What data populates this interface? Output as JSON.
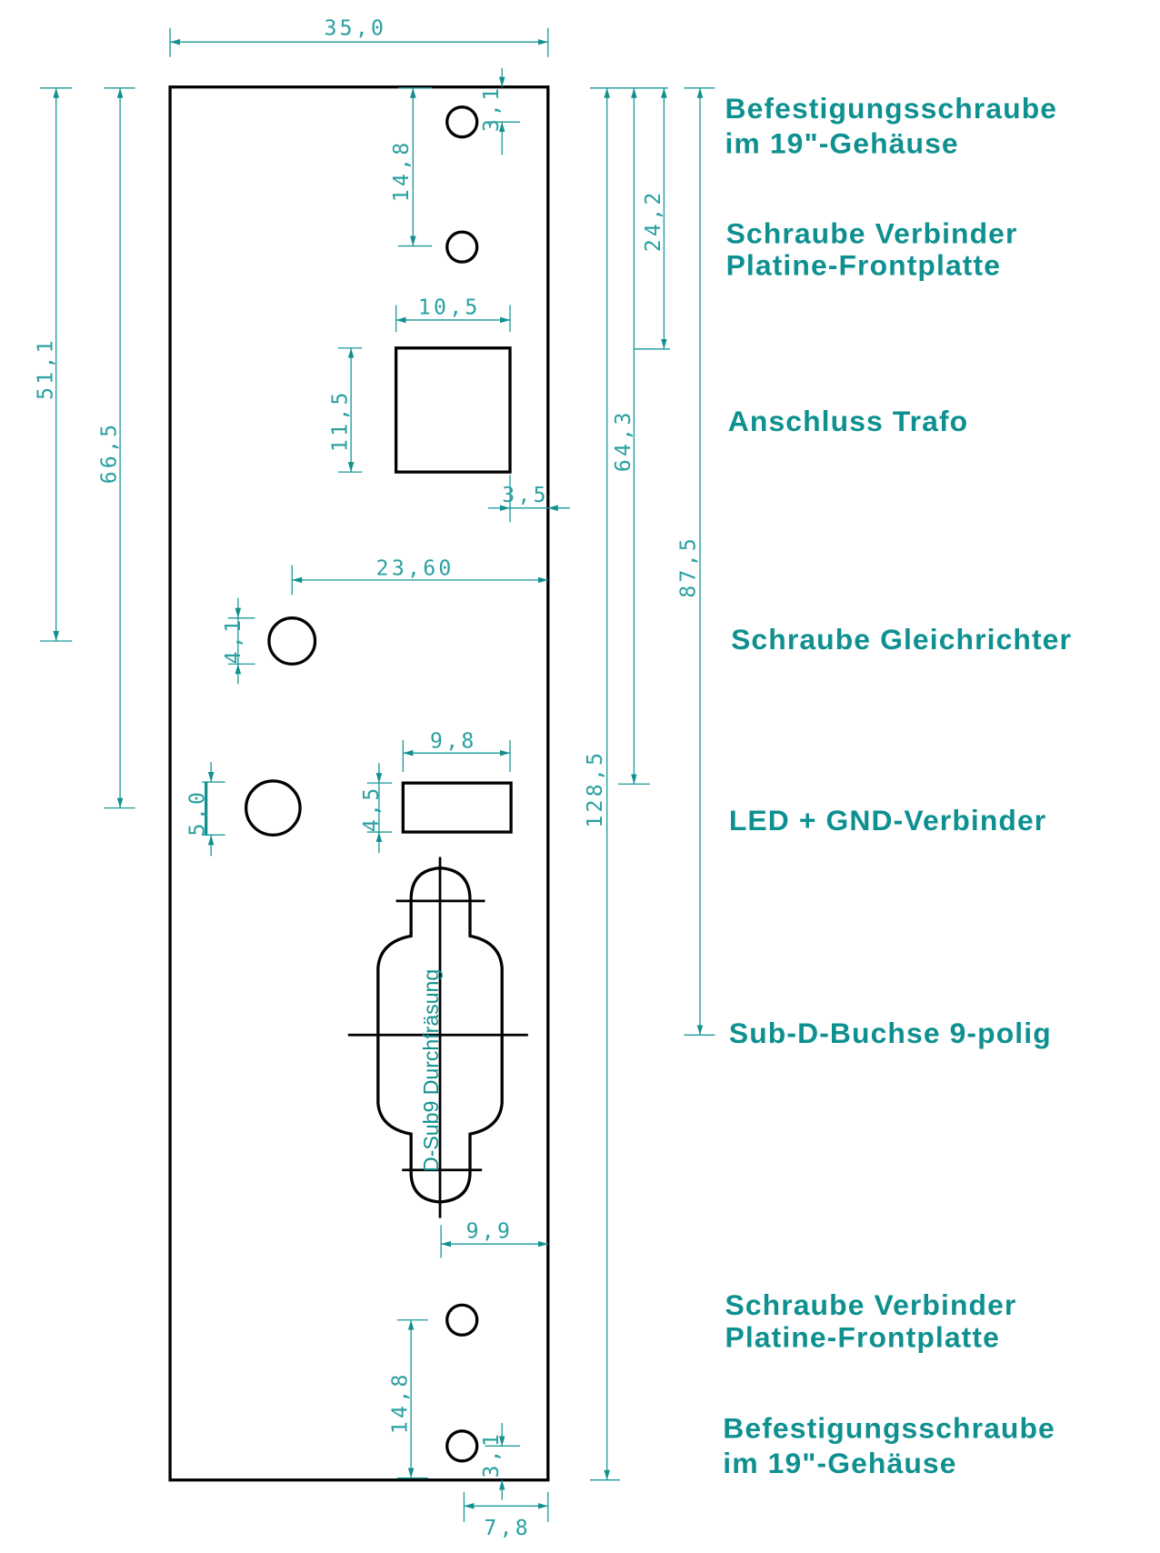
{
  "drawing": {
    "units": "mm",
    "colors": {
      "dimension": "#12908f",
      "outline": "#000000",
      "label": "#0f9090"
    },
    "dimensions": {
      "width_total": "35,0",
      "top_hole_offset": "3,1",
      "top_hole_spacing": "14,8",
      "square_width": "10,5",
      "square_height": "11,5",
      "square_edge_offset": "3,5",
      "rectifier_hole_x": "23,60",
      "rectifier_hole_dia": "4,1",
      "rectifier_hole_y": "51,1",
      "led_hole_y": "66,5",
      "led_hole_dia": "5,0",
      "led_rect_width": "9,8",
      "led_rect_height": "4,5",
      "dsub_edge_offset": "9,9",
      "bottom_hole_spacing": "14,8",
      "bottom_hole_offset": "3,1",
      "bottom_hole_x": "7,8",
      "trafo_y": "24,2",
      "led_connector_y": "64,3",
      "dsub_y": "87,5",
      "height_total": "128,5"
    },
    "inner_label": "D-Sub9 Durchfräsung",
    "labels": [
      {
        "line1": "Befestigungsschraube",
        "line2": "im 19\"-Gehäuse"
      },
      {
        "line1": "Schraube Verbinder",
        "line2": "Platine-Frontplatte"
      },
      {
        "line1": "Anschluss Trafo"
      },
      {
        "line1": "Schraube Gleichrichter"
      },
      {
        "line1": "LED + GND-Verbinder"
      },
      {
        "line1": "Sub-D-Buchse 9-polig"
      },
      {
        "line1": "Schraube Verbinder",
        "line2": "Platine-Frontplatte"
      },
      {
        "line1": "Befestigungsschraube",
        "line2": "im 19\"-Gehäuse"
      }
    ]
  }
}
